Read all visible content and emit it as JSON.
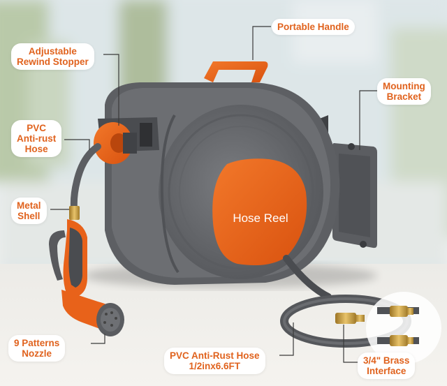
{
  "product": {
    "reel_label": "Hose Reel"
  },
  "callouts": {
    "portable_handle": [
      "Portable Handle"
    ],
    "rewind_stopper": [
      "Adjustable",
      "Rewind Stopper"
    ],
    "antirust_hose": [
      "PVC",
      "Anti-rust",
      "Hose"
    ],
    "metal_shell": [
      "Metal",
      "Shell"
    ],
    "nozzle": [
      "9 Patterns",
      "Nozzle"
    ],
    "mounting_bracket": [
      "Mounting",
      "Bracket"
    ],
    "hose_spec": [
      "PVC Anti-Rust Hose",
      "1/2inx6.6FT"
    ],
    "brass_interface": [
      "3/4\" Brass",
      "Interface"
    ]
  },
  "colors": {
    "accent": "#e8621a",
    "reel_body": "#6b6d70",
    "reel_dark": "#4d4f52",
    "label_text": "#e0621d",
    "brass": "#c79a3a"
  }
}
